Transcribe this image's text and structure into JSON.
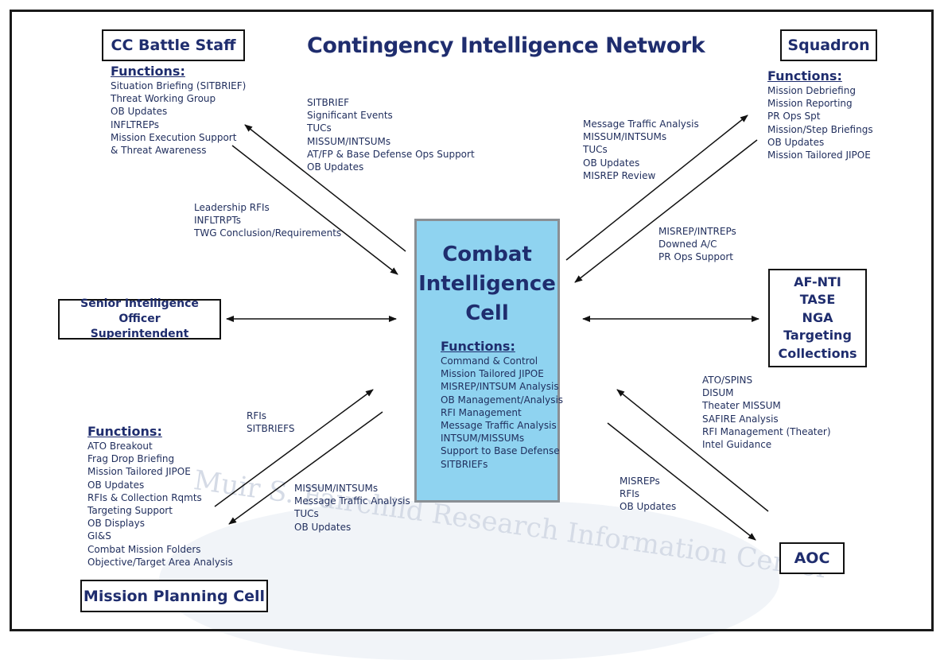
{
  "title": "Contingency Intelligence Network",
  "watermark": "Muir S. Fairchild Research Information Center",
  "center": {
    "title_lines": [
      "Combat",
      "Intelligence",
      "Cell"
    ],
    "functions_heading": "Functions:",
    "functions": [
      "Command & Control",
      "Mission Tailored JIPOE",
      "MISREP/INTSUM Analysis",
      "OB Management/Analysis",
      "RFI Management",
      "Message Traffic Analysis",
      "INTSUM/MISSUMs",
      "Support to Base Defense",
      "SITBRIEFs"
    ]
  },
  "cc_battle_staff": {
    "label": "CC Battle Staff",
    "functions_heading": "Functions:",
    "functions": [
      "Situation Briefing (SITBRIEF)",
      "Threat Working Group",
      "OB Updates",
      "INFLTREPs",
      "Mission Execution Support",
      "& Threat Awareness"
    ]
  },
  "squadron": {
    "label": "Squadron",
    "functions_heading": "Functions:",
    "functions": [
      "Mission Debriefing",
      "Mission Reporting",
      "PR Ops Spt",
      "Mission/Step Briefings",
      "OB Updates",
      "Mission Tailored JIPOE"
    ]
  },
  "sio": {
    "lines": [
      "Senior Intelligence Officer",
      "Superintendent"
    ]
  },
  "agencies": {
    "lines": [
      "AF-NTI",
      "TASE",
      "NGA",
      "Targeting",
      "Collections"
    ]
  },
  "mission_planning": {
    "label": "Mission Planning Cell",
    "functions_heading": "Functions:",
    "functions": [
      "ATO Breakout",
      "Frag Drop Briefing",
      "Mission Tailored JIPOE",
      "OB Updates",
      "RFIs & Collection Rqmts",
      "Targeting Support",
      "OB Displays",
      "GI&S",
      "Combat Mission Folders",
      "Objective/Target Area Analysis"
    ]
  },
  "aoc": {
    "label": "AOC"
  },
  "flows": {
    "cell_to_cc": [
      "SITBRIEF",
      "Significant Events",
      "TUCs",
      "MISSUM/INTSUMs",
      "AT/FP & Base Defense Ops Support",
      "OB Updates"
    ],
    "cc_to_cell": [
      "Leadership RFIs",
      "INFLTRPTs",
      "TWG Conclusion/Requirements"
    ],
    "cell_to_squadron": [
      "Message Traffic Analysis",
      "MISSUM/INTSUMs",
      "TUCs",
      "OB Updates",
      "MISREP Review"
    ],
    "squadron_to_cell": [
      "MISREP/INTREPs",
      "Downed A/C",
      "PR Ops Support"
    ],
    "mpc_to_cell": [
      "RFIs",
      "SITBRIEFS"
    ],
    "cell_to_mpc": [
      "MISSUM/INTSUMs",
      "Message Traffic Analysis",
      "TUCs",
      "OB Updates"
    ],
    "aoc_to_cell": [
      "ATO/SPINS",
      "DISUM",
      "Theater MISSUM",
      "SAFIRE Analysis",
      "RFI Management (Theater)",
      "Intel Guidance"
    ],
    "cell_to_aoc": [
      "MISREPs",
      "RFIs",
      "OB Updates"
    ]
  },
  "colors": {
    "text": "#1f2d5c",
    "heading": "#1f2d6e",
    "cell_fill": "#8fd3f0",
    "cell_border": "#8a8f94"
  }
}
